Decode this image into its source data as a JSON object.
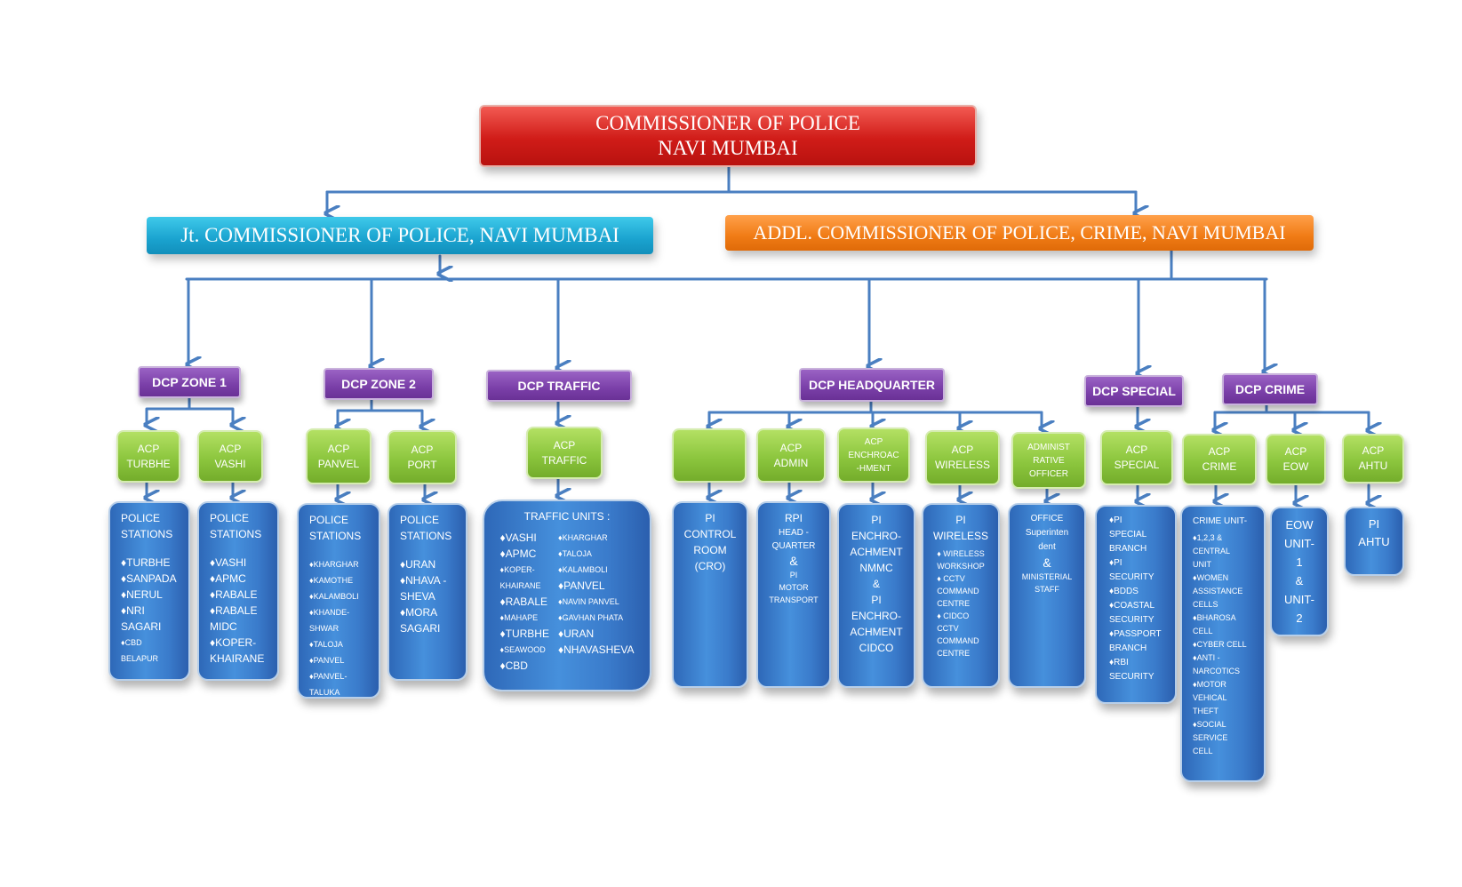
{
  "commissioner": {
    "line1": "COMMISSIONER OF POLICE",
    "line2": "NAVI MUMBAI"
  },
  "jt_commissioner": "Jt. COMMISSIONER OF POLICE, NAVI MUMBAI",
  "addl_commissioner": "ADDL. COMMISSIONER OF POLICE, CRIME, NAVI MUMBAI",
  "dcp": {
    "zone1": "DCP ZONE 1",
    "zone2": "DCP ZONE 2",
    "traffic": "DCP TRAFFIC",
    "headquarter": "DCP HEADQUARTER",
    "special": "DCP SPECIAL",
    "crime": "DCP CRIME"
  },
  "acp": {
    "turbhe": "ACP\nTURBHE",
    "vashi": "ACP\nVASHI",
    "panvel": "ACP\nPANVEL",
    "port": "ACP\nPORT",
    "traffic": "ACP\nTRAFFIC",
    "control": "",
    "admin": "ACP\nADMIN",
    "enchroachment": "ACP\nENCHROAC\n-HMENT",
    "wireless": "ACP\nWIRELESS",
    "admin_officer": "ADMINIST\nRATIVE\nOFFICER",
    "special": "ACP\nSPECIAL",
    "crime": "ACP\nCRIME",
    "eow": "ACP\nEOW",
    "ahtu": "ACP\nAHTU"
  },
  "units": {
    "turbhe": {
      "heading": "POLICE\nSTATIONS",
      "items": [
        "♦TURBHE",
        "♦SANPADA",
        "♦NERUL",
        "♦NRI\n SAGARI",
        "♦CBD\nBELAPUR"
      ]
    },
    "vashi": {
      "heading": "POLICE\nSTATIONS",
      "items": [
        "♦VASHI",
        "♦APMC",
        "♦RABALE",
        "♦RABALE\n MIDC",
        "♦KOPER-\n KHAIRANE"
      ]
    },
    "panvel": {
      "heading": "POLICE\nSTATIONS",
      "items": [
        "♦KHARGHAR",
        "♦KAMOTHE",
        "♦KALAMBOLI",
        "♦KHANDE-\n SHWAR",
        "♦TALOJA",
        "♦PANVEL",
        "♦PANVEL-\n TALUKA"
      ]
    },
    "port": {
      "heading": "POLICE\nSTATIONS",
      "items": [
        "♦URAN",
        "♦NHAVA -\n SHEVA",
        "♦MORA\n SAGARI"
      ]
    },
    "traffic": {
      "heading": "TRAFFIC UNITS :",
      "col1": [
        "♦VASHI",
        "♦APMC",
        "♦KOPER-",
        "KHAIRANE",
        "♦RABALE",
        "♦MAHAPE",
        "♦TURBHE",
        "♦SEAWOOD",
        "♦CBD"
      ],
      "col2": [
        "♦KHARGHAR",
        "♦TALOJA",
        "♦KALAMBOLI",
        "♦PANVEL",
        "♦NAVIN PANVEL",
        "♦GAVHAN PHATA",
        "♦URAN",
        "♦NHAVASHEVA"
      ]
    },
    "control": "PI\nCONTROL\nROOM\n(CRO)",
    "admin": {
      "rpi": "RPI",
      "hq": "HEAD -\nQUARTER",
      "amp": "&",
      "pi": "PI\nMOTOR\nTRANSPORT"
    },
    "enchroachment": "PI\nENCHRO-\nACHMENT\nNMMC\n&\nPI\nENCHRO-\nACHMENT\nCIDCO",
    "wireless": {
      "pi": "PI\nWIRELESS",
      "items": [
        "♦ WIRELESS\n WORKSHOP",
        "♦ CCTV\n COMMAND\n CENTRE",
        "♦ CIDCO\n CCTV\n COMMAND\n CENTRE"
      ]
    },
    "office": {
      "top": "OFFICE\nSuperinten\ndent",
      "amp": "&",
      "bottom": "MINISTERIAL\nSTAFF"
    },
    "special": [
      "♦PI\nSPECIAL\nBRANCH",
      "♦PI\nSECURITY",
      "♦BDDS",
      "♦COASTAL\nSECURITY",
      "♦PASSPORT\nBRANCH",
      "♦RBI\nSECURITY"
    ],
    "crime": {
      "heading": "CRIME UNIT-",
      "items": [
        "♦1,2,3 &\n CENTRAL\nUNIT",
        "♦WOMEN\n ASSISTANCE\n CELLS",
        "♦BHAROSA\n CELL",
        "♦CYBER CELL",
        "♦ANTI -\n NARCOTICS",
        "♦MOTOR\n VEHICAL\n THEFT",
        "♦SOCIAL\n SERVICE\n CELL"
      ]
    },
    "eow": "EOW\nUNIT-\n1\n&\nUNIT-\n2",
    "ahtu": "PI\nAHTU"
  },
  "colors": {
    "top": "#d01c18",
    "jt": "#1aa3cf",
    "addl": "#f07b15",
    "dcp": "#7a3fa8",
    "acp": "#8cc63e",
    "unit": "#3a7bcb",
    "connector": "#4a7fc1"
  }
}
